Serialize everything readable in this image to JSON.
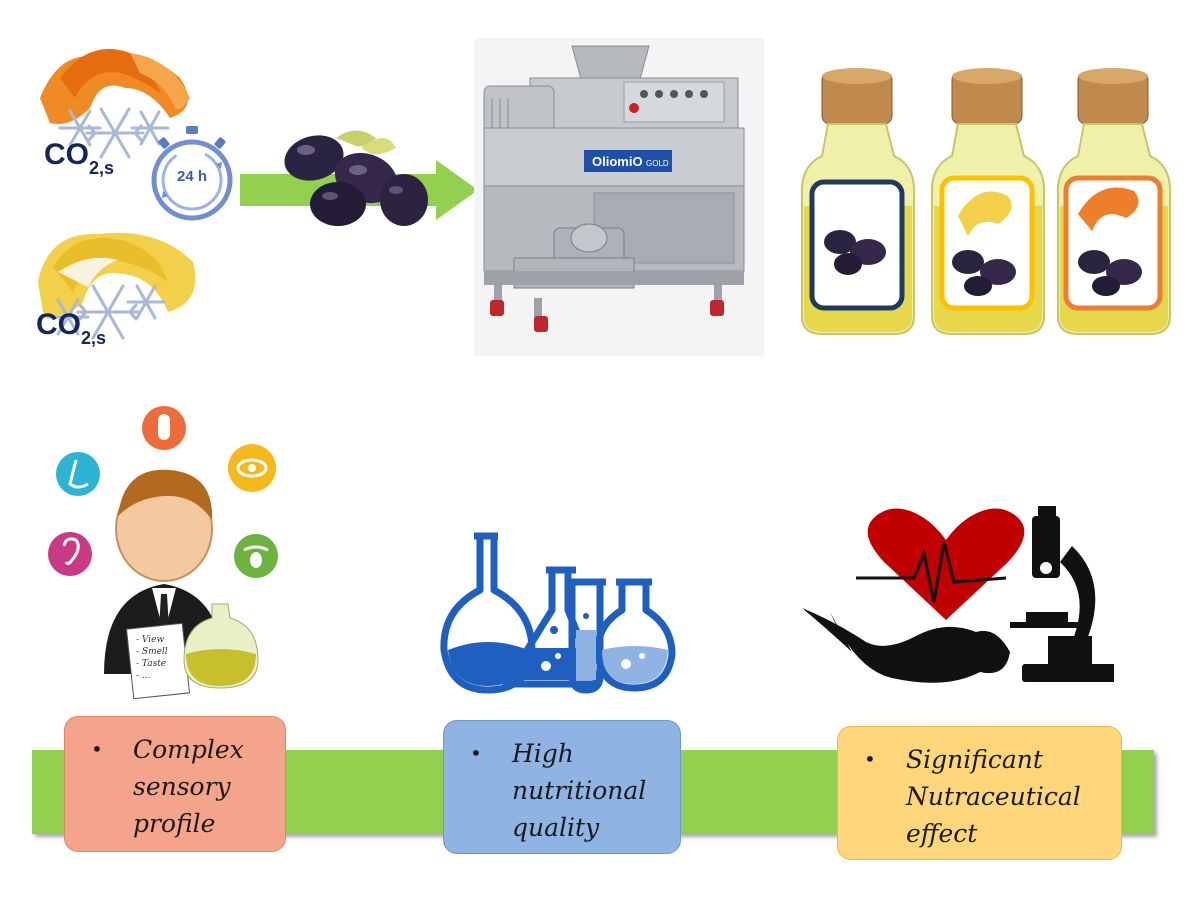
{
  "labels": {
    "co2_top": "CO",
    "co2_top_sub": "2,s",
    "co2_bottom": "CO",
    "co2_bottom_sub": "2,s",
    "timer": "24 h",
    "machine_brand": "OliomiO",
    "machine_model": "GOLD",
    "notepad_lines": [
      "- View",
      "- Smell",
      "- Taste",
      "- ..."
    ]
  },
  "outcomes": [
    {
      "text": "Complex\nsensory\nprofile"
    },
    {
      "text": "High\nnutritional\nquality"
    },
    {
      "text": "Significant\nNutraceutical\neffect"
    }
  ],
  "colors": {
    "band": "#92d050",
    "arrow": "#92d050",
    "box_sensory": "#f4a48b",
    "box_nutrition": "#8fb4e3",
    "box_nutraceutical": "#ffd679",
    "frame_plain": "#1f3864",
    "frame_lemon": "#ffc000",
    "frame_orange": "#ed7d31",
    "heart": "#c00000",
    "icon_touch": "#ee6c3a",
    "icon_smell": "#2eb3d4",
    "icon_view": "#f5b91e",
    "icon_hear": "#c93a86",
    "icon_taste": "#6db33f"
  }
}
